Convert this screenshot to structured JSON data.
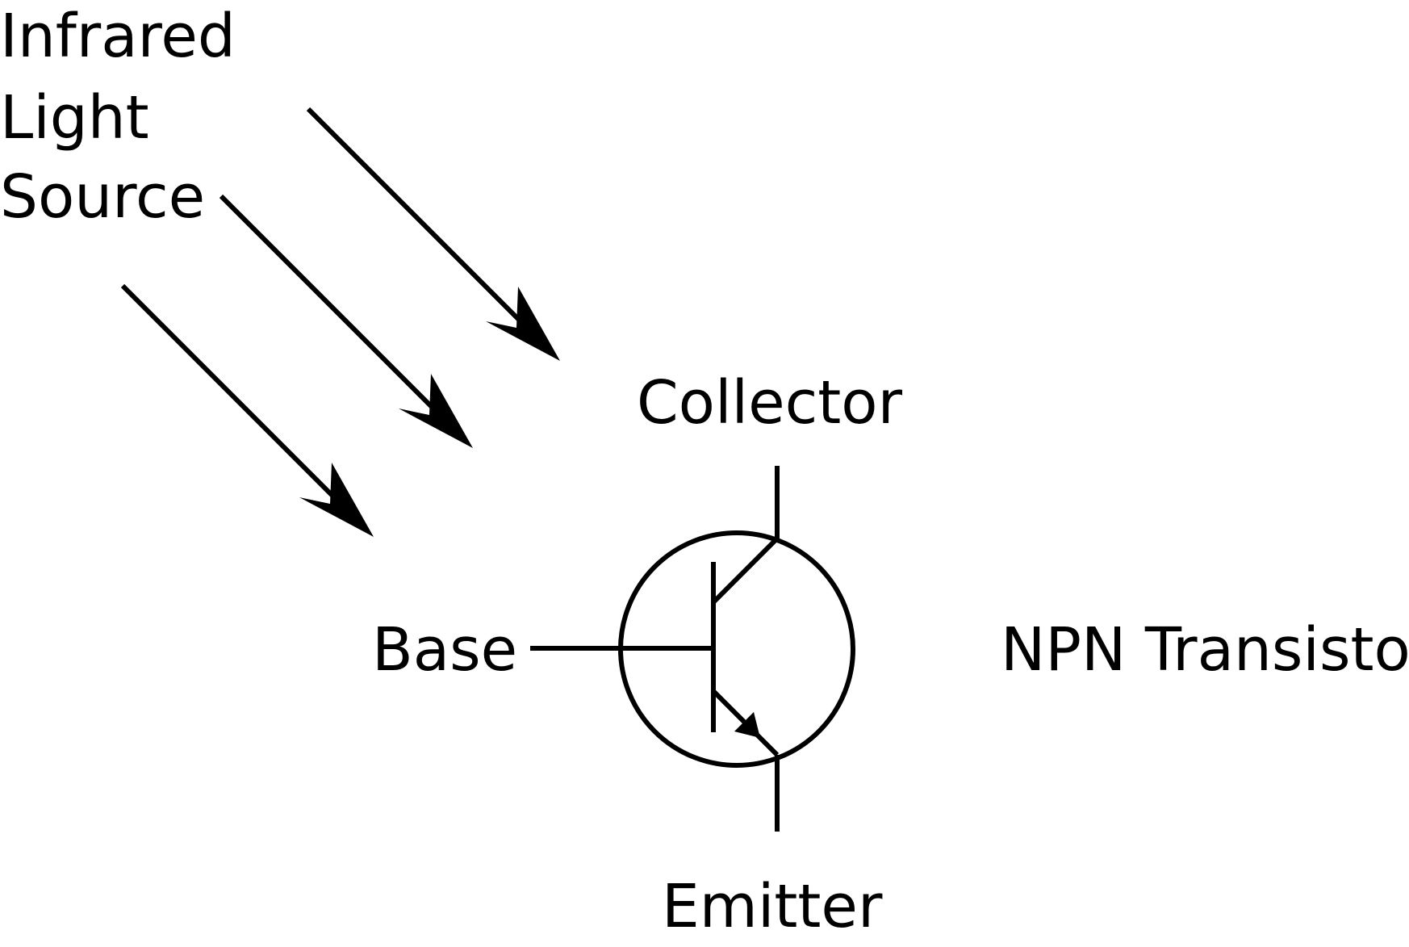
{
  "labels": {
    "light_source_line1": "Infrared",
    "light_source_line2": "Light",
    "light_source_line3": "Source",
    "collector": "Collector",
    "base": "Base",
    "emitter": "Emitter",
    "device": "NPN Transistor"
  },
  "colors": {
    "ink": "#000000",
    "background": "#ffffff"
  }
}
